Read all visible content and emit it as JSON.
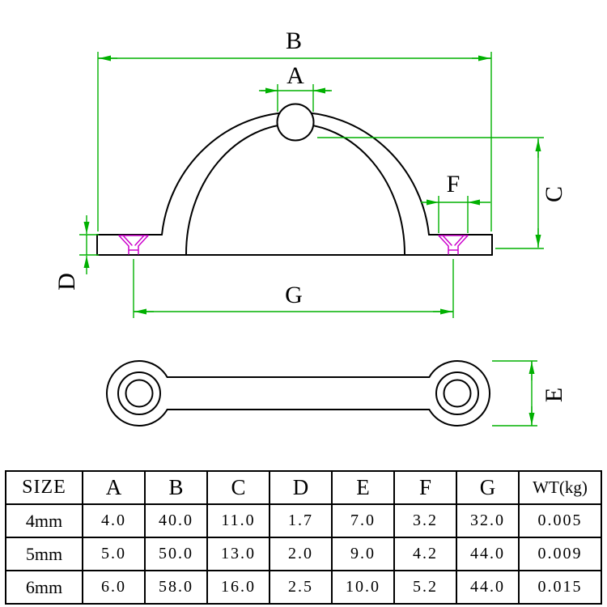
{
  "labels": {
    "A": "A",
    "B": "B",
    "C": "C",
    "D": "D",
    "E": "E",
    "F": "F",
    "G": "G"
  },
  "colors": {
    "outline": "#000000",
    "dimension": "#00b000",
    "hole": "#cc00cc",
    "text": "#000000",
    "background": "#ffffff"
  },
  "table": {
    "headers": [
      "SIZE",
      "A",
      "B",
      "C",
      "D",
      "E",
      "F",
      "G",
      "WT(kg)"
    ],
    "rows": [
      {
        "size": "4mm",
        "values": [
          "4.0",
          "40.0",
          "11.0",
          "1.7",
          "7.0",
          "3.2",
          "32.0",
          "0.005"
        ]
      },
      {
        "size": "5mm",
        "values": [
          "5.0",
          "50.0",
          "13.0",
          "2.0",
          "9.0",
          "4.2",
          "44.0",
          "0.009"
        ]
      },
      {
        "size": "6mm",
        "values": [
          "6.0",
          "58.0",
          "16.0",
          "2.5",
          "10.0",
          "5.2",
          "44.0",
          "0.015"
        ]
      }
    ]
  }
}
